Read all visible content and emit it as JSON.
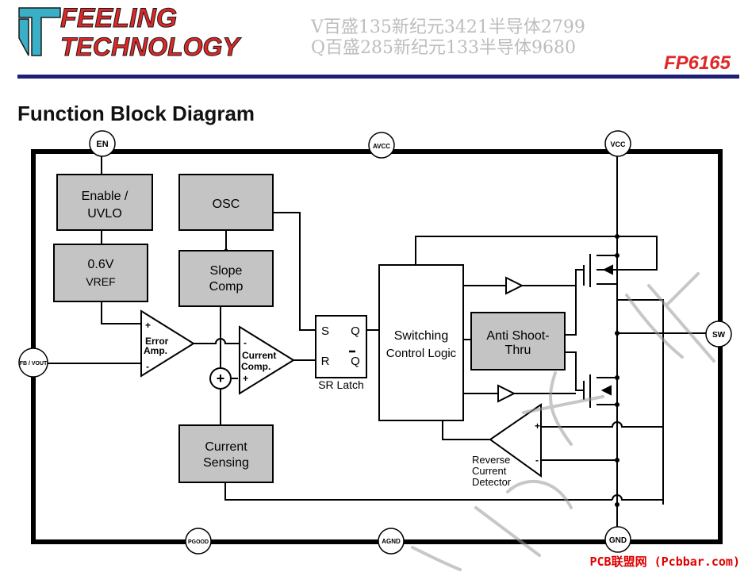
{
  "header": {
    "logo_line1": "FEELING",
    "logo_line2": "TECHNOLOGY",
    "watermark_line1": "V百盛135新纪元3421半导体2799",
    "watermark_line2": "Q百盛285新纪元133半导体9680",
    "part_number": "FP6165",
    "accent_color": "#e02727",
    "rule_color": "#1f1f7a"
  },
  "title": "Function Block Diagram",
  "pins": {
    "en": "EN",
    "avcc": "AVCC",
    "vcc": "VCC",
    "sw": "SW",
    "fb": "FB / VOUT",
    "pgood": "PGOOD",
    "agnd": "AGND",
    "gnd": "GND"
  },
  "blocks": {
    "enable_uvlo_1": "Enable /",
    "enable_uvlo_2": "UVLO",
    "vref_1": "0.6V",
    "vref_2": "VREF",
    "osc": "OSC",
    "slope_1": "Slope",
    "slope_2": "Comp",
    "error_amp_1": "Error",
    "error_amp_2": "Amp.",
    "current_comp_1": "Current",
    "current_comp_2": "Comp.",
    "sr_s": "S",
    "sr_q": "Q",
    "sr_r": "R",
    "sr_qbar": "Q",
    "sr_latch": "SR Latch",
    "switching_1": "Switching",
    "switching_2": "Control Logic",
    "anti_1": "Anti Shoot-",
    "anti_2": "Thru",
    "current_sensing_1": "Current",
    "current_sensing_2": "Sensing",
    "reverse_1": "Reverse",
    "reverse_2": "Current",
    "reverse_3": "Detector",
    "plus": "+",
    "minus": "-",
    "sum_plus": "+"
  },
  "footer": {
    "link": "PCB联盟网 (Pcbbar.com)"
  },
  "colors": {
    "block_fill": "#c4c4c4",
    "frame": "#000000",
    "watermark": "#bdbdbd"
  }
}
